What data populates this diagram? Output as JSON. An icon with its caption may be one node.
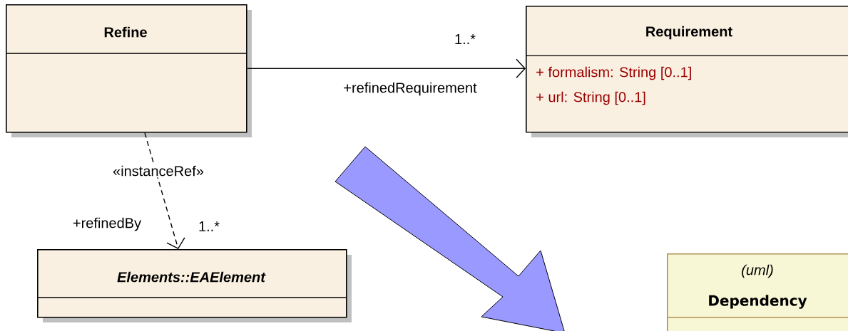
{
  "diagram": {
    "nodes": [
      {
        "text": [
          "Refine"
        ]
      },
      {
        "text": [
          "Requirement",
          "+ formalism: String [0..1]",
          "+ url: String [0..1]"
        ]
      },
      {
        "text": [
          "Elements::EAElement"
        ]
      },
      {
        "text": [
          "(uml)",
          "Dependency"
        ]
      }
    ],
    "edges": [
      {
        "from": 0,
        "to": 1,
        "arrow": "to",
        "label": "+refinedRequirement"
      },
      {
        "from": 0,
        "to": 2,
        "arrow": "to",
        "style": "dashed",
        "label": "«instanceRef»"
      }
    ],
    "labels": [
      "1..*",
      "+refinedBy",
      "1..*"
    ]
  }
}
